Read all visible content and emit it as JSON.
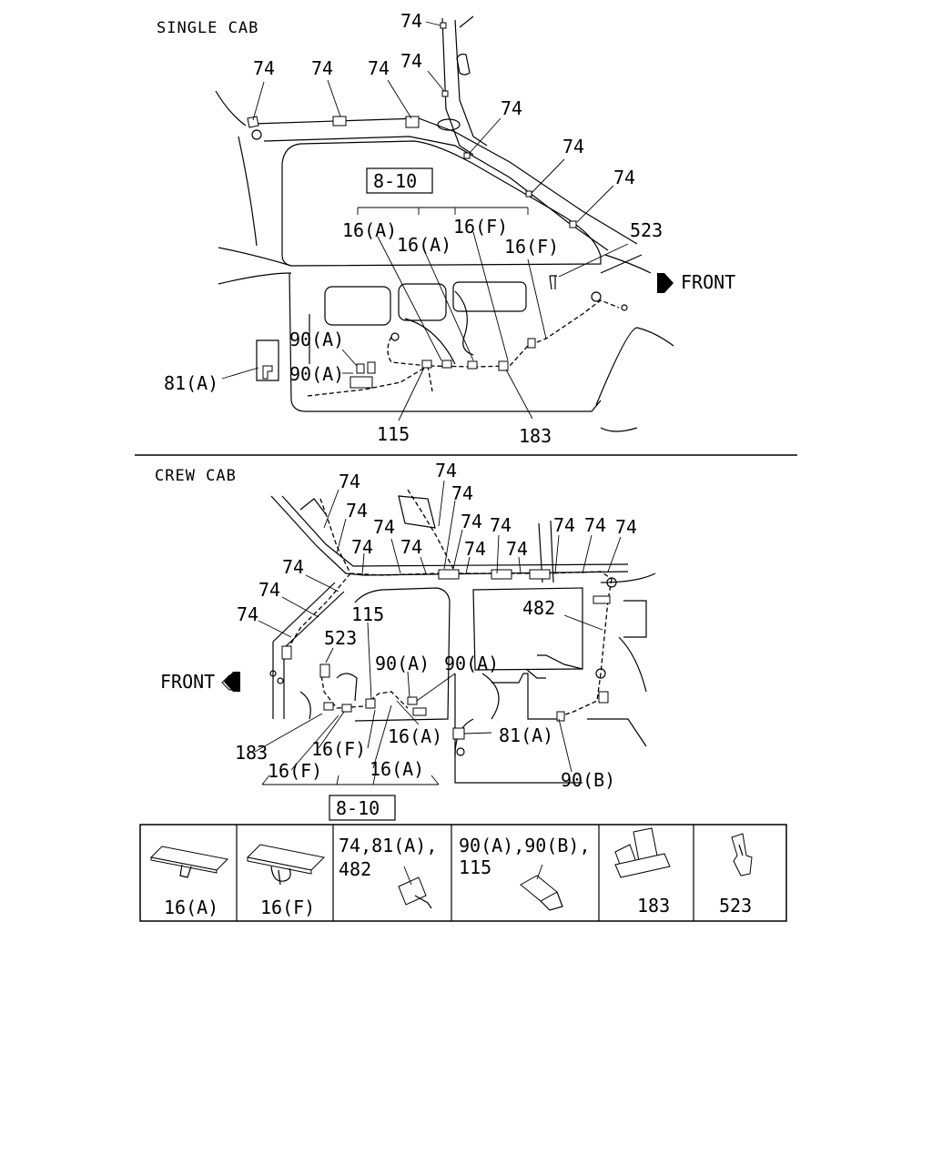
{
  "single_cab": {
    "title": "SINGLE CAB",
    "ref_box": "8-10",
    "front": "FRONT",
    "labels": {
      "c74_top": "74",
      "c74_a": "74",
      "c74_b": "74",
      "c74_c": "74",
      "c74_d": "74",
      "c74_e": "74",
      "c74_f": "74",
      "c74_g": "74",
      "c16a_1": "16(A)",
      "c16a_2": "16(A)",
      "c16f_1": "16(F)",
      "c16f_2": "16(F)",
      "c523": "523",
      "c90a_1": "90(A)",
      "c90a_2": "90(A)",
      "c81a": "81(A)",
      "c115": "115",
      "c183": "183"
    }
  },
  "crew_cab": {
    "title": "CREW CAB",
    "ref_box": "8-10",
    "front": "FRONT",
    "labels": {
      "r74_1": "74",
      "r74_2": "74",
      "r74_3": "74",
      "r74_4": "74",
      "r74_5": "74",
      "r74_6": "74",
      "r74_7": "74",
      "r74_8": "74",
      "r74_9": "74",
      "r74_10": "74",
      "r74_11": "74",
      "r74_12": "74",
      "r74_13": "74",
      "r74_14": "74",
      "r74_15": "74",
      "r74_16": "74",
      "r115": "115",
      "r523": "523",
      "r482": "482",
      "r90a_1": "90(A)",
      "r90a_2": "90(A)",
      "r81a": "81(A)",
      "r90b": "90(B)",
      "r183": "183",
      "r16f_1": "16(F)",
      "r16f_2": "16(F)",
      "r16a_1": "16(A)",
      "r16a_2": "16(A)"
    }
  },
  "legend": {
    "cell1": "16(A)",
    "cell2": "16(F)",
    "cell3_line1": "74,81(A),",
    "cell3_line2": "482",
    "cell4_line1": "90(A),90(B),",
    "cell4_line2": "115",
    "cell5": "183",
    "cell6": "523"
  }
}
